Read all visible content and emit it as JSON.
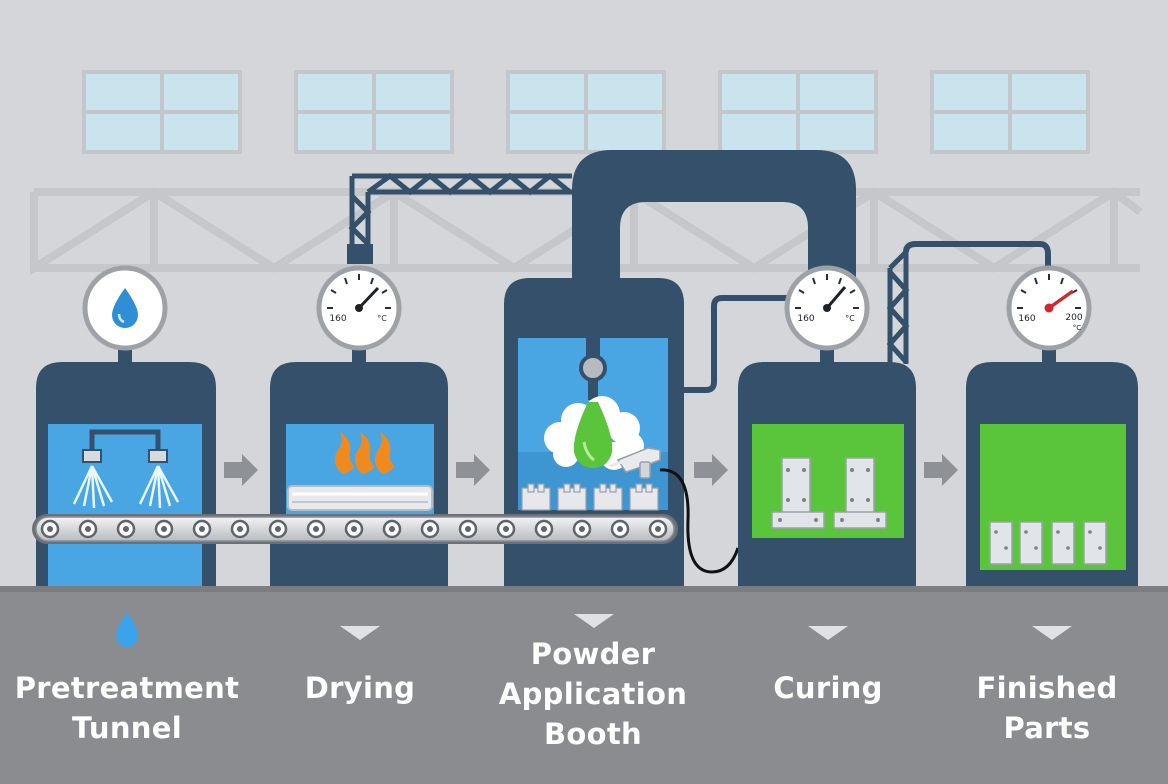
{
  "stages": [
    {
      "key": "pretreatment",
      "label": "Pretreatment\nTunnel",
      "gauge_icon": "water-drop-icon",
      "marker_icon": "water-drop-icon"
    },
    {
      "key": "drying",
      "label": "Drying",
      "gauge_min": "160",
      "gauge_unit": "°C",
      "marker_icon": "chevron-down-icon"
    },
    {
      "key": "powder",
      "label": "Powder\nApplication\nBooth",
      "marker_icon": "chevron-down-icon"
    },
    {
      "key": "curing",
      "label": "Curing",
      "gauge_min": "160",
      "gauge_unit": "°C",
      "marker_icon": "chevron-down-icon"
    },
    {
      "key": "finished",
      "label": "Finished Parts",
      "gauge_min": "160",
      "gauge_max": "200",
      "gauge_unit": "°C",
      "marker_icon": "chevron-down-icon"
    }
  ],
  "colors": {
    "floor": "#8a8c90",
    "wall": "#d4d6d9",
    "machine": "#34506b",
    "water": "#4aa6e3",
    "green": "#5ac43a",
    "flame": "#f08a1e",
    "needle_red": "#d0282e",
    "arrow": "#8e9196"
  }
}
